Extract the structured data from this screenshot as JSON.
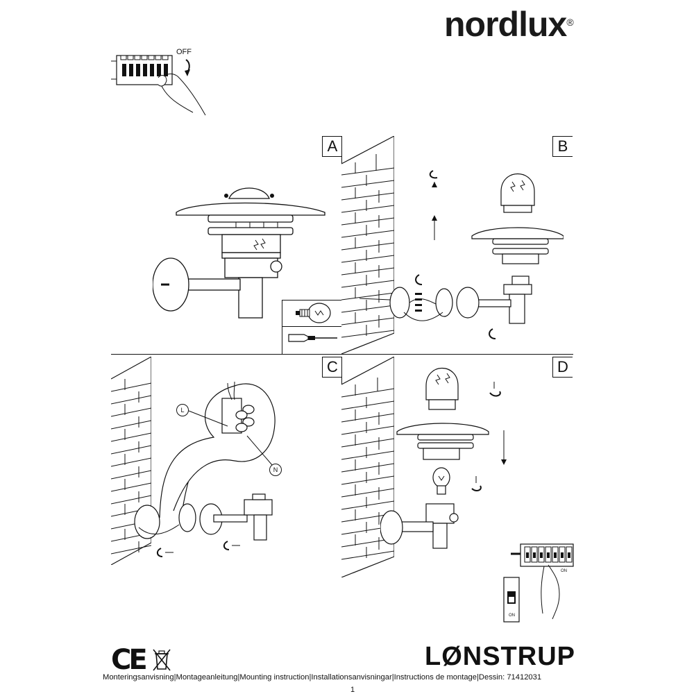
{
  "header": {
    "brand": "nordlux",
    "trademark": "®"
  },
  "step_power_off": {
    "switch_label": "OFF"
  },
  "sections": [
    {
      "letter": "A"
    },
    {
      "letter": "B"
    },
    {
      "letter": "C"
    },
    {
      "letter": "D"
    }
  ],
  "wiring": {
    "live_label": "L",
    "neutral_label": "N"
  },
  "step_power_on": {
    "breaker_label": "ON",
    "switch_label": "ON"
  },
  "product": {
    "name": "LØNSTRUP"
  },
  "footer": {
    "text": "Monteringsanvisning|Montageanleitung|Mounting instruction|Installationsanvisningar|Instructions de montage|Dessin: 71412031",
    "page_number": "1"
  },
  "icons": [
    "ce-mark",
    "weee-bin-icon",
    "bulb-icon",
    "screwdriver-icon",
    "hand-icon",
    "brick-wall-icon"
  ]
}
